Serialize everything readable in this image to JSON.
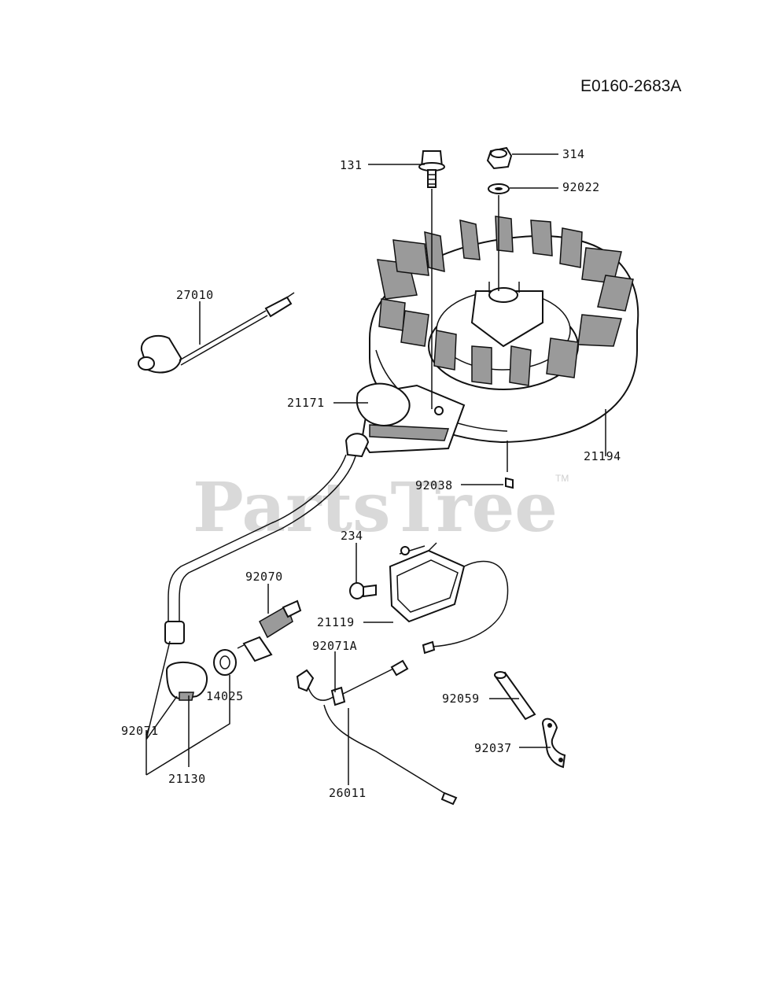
{
  "diagram_code": "E0160-2683A",
  "watermark": {
    "text": "PartsTree",
    "trademark": "TM"
  },
  "part_labels": {
    "p131": "131",
    "p314": "314",
    "p92022": "92022",
    "p27010": "27010",
    "p21171": "21171",
    "p21194": "21194",
    "p92038": "92038",
    "p234": "234",
    "p92070": "92070",
    "p21119": "21119",
    "p92071A": "92071A",
    "p14025": "14025",
    "p92059": "92059",
    "p92071": "92071",
    "p92037": "92037",
    "p21130": "21130",
    "p26011": "26011"
  }
}
